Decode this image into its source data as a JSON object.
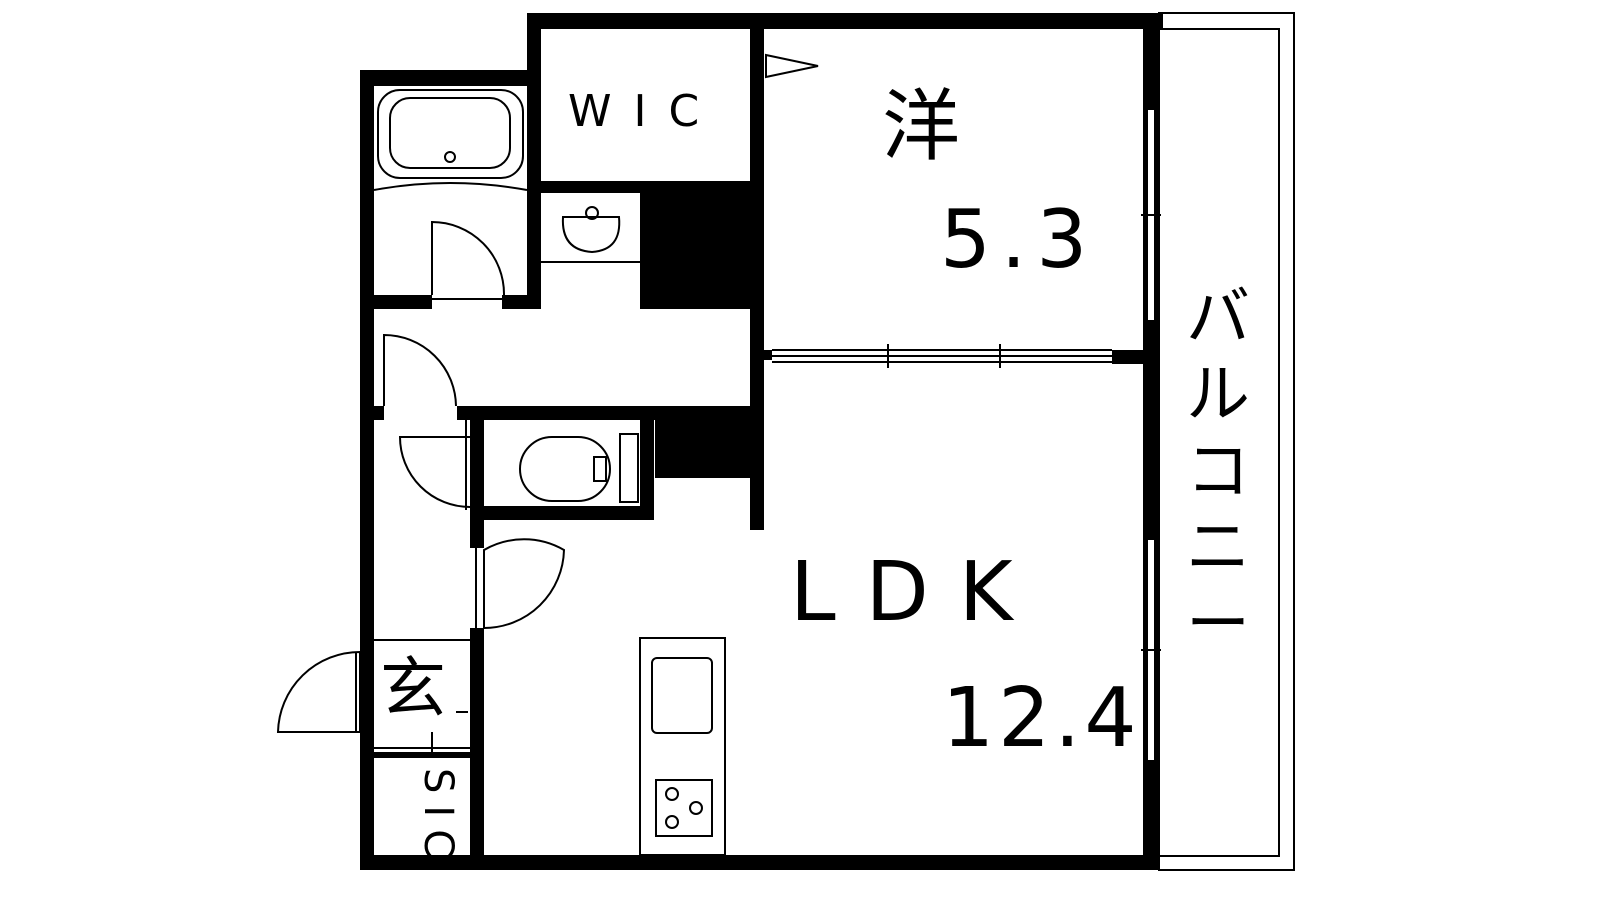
{
  "rooms": {
    "wic": {
      "label": "WIC"
    },
    "western": {
      "label": "洋",
      "area": "5.3"
    },
    "ldk": {
      "label": "LDK",
      "area": "12.4"
    },
    "entrance": {
      "label": "玄"
    },
    "sic": {
      "label": "SIC"
    },
    "balcony": {
      "label": "バルコニー"
    }
  },
  "colors": {
    "wall": "#000000",
    "line": "#000000",
    "background": "#ffffff"
  }
}
